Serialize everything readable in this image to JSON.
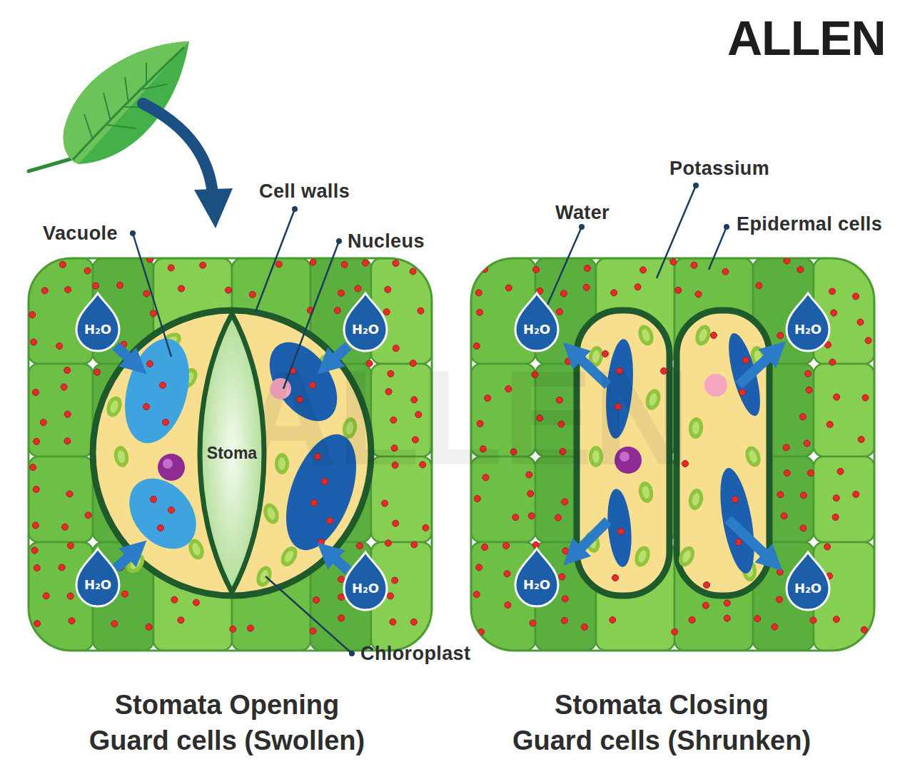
{
  "diagram": {
    "nodes": [
      {
        "text": [
          "H₂O"
        ]
      },
      {
        "text": [
          "H₂O"
        ]
      },
      {
        "text": [
          "H₂O"
        ]
      },
      {
        "text": [
          "H₂O"
        ]
      },
      {
        "text": [
          "Stoma"
        ]
      },
      {
        "text": [
          "H₂O"
        ]
      },
      {
        "text": [
          "H₂O"
        ]
      },
      {
        "text": [
          "H₂O"
        ]
      },
      {
        "text": [
          "H₂O"
        ]
      }
    ],
    "labels": [
      "ALLEN",
      "Potassium",
      "Cell walls",
      "Water",
      "Epidermal cells",
      "Vacuole",
      "Nucleus",
      "ALLEN",
      "Chloroplast",
      "Stomata Opening Guard cells (Swollen)",
      "Stomata Closing Guard cells (Shrunken)"
    ]
  }
}
